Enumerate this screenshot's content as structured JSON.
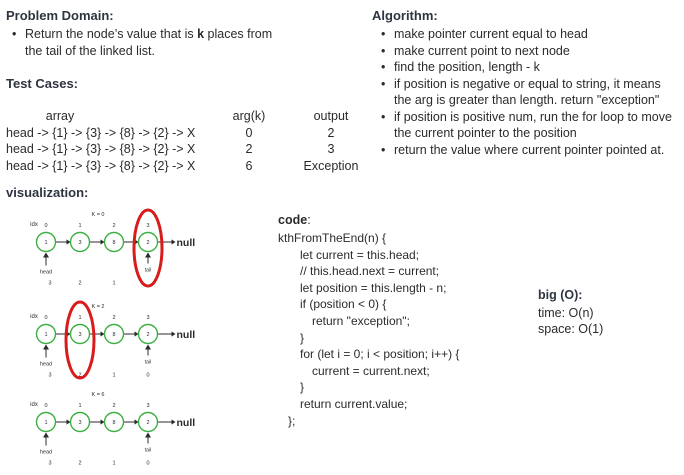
{
  "problem": {
    "title": "Problem Domain:",
    "text_before": "Return the node’s value that is ",
    "text_bold": "k",
    "text_after": " places from the tail of the linked list."
  },
  "algorithm": {
    "title": "Algorithm:",
    "steps": [
      "make pointer current equal to head",
      "make current point to next node",
      "find the position, length - k",
      "if position is negative or equal to string, it means the arg is greater than length. return \"exception\"",
      "if position is positive num, run the for loop to move the current pointer to the position",
      "return the value where current pointer pointed at."
    ]
  },
  "tests": {
    "title": "Test Cases:",
    "headers": [
      "array",
      "arg(k)",
      "output"
    ],
    "rows": [
      [
        "head -> {1} -> {3} -> {8} -> {2} -> X",
        "0",
        "2"
      ],
      [
        "head -> {1} -> {3} -> {8} -> {2} -> X",
        "2",
        "3"
      ],
      [
        "head -> {1} -> {3} -> {8} -> {2} -> X",
        "6",
        "Exception"
      ]
    ]
  },
  "visualization": {
    "title": "visualization:",
    "idx_label": "idx",
    "head_label": "head",
    "tail_label": "tail",
    "null_label": "null",
    "nodes": [
      "1",
      "3",
      "8",
      "2"
    ],
    "diagrams": [
      {
        "k_label": "K = 0",
        "top_idx": [
          "0",
          "1",
          "2",
          "3"
        ],
        "bottom_idx": [
          "3",
          "2",
          "1",
          ""
        ],
        "highlight": 3,
        "show_tail": true
      },
      {
        "k_label": "K = 2",
        "top_idx": [
          "0",
          "1",
          "2",
          "3"
        ],
        "bottom_idx": [
          "3",
          "2",
          "1",
          "0"
        ],
        "highlight": 1,
        "show_tail": true
      },
      {
        "k_label": "K = 6",
        "top_idx": [
          "0",
          "1",
          "2",
          "3"
        ],
        "bottom_idx": [
          "3",
          "2",
          "1",
          "0"
        ],
        "highlight": -1,
        "show_tail": true
      }
    ]
  },
  "code": {
    "title": "code",
    "title_suffix": ":",
    "lines": [
      "kthFromTheEnd(n) {",
      "let current = this.head;",
      "// this.head.next = current;",
      "let position = this.length - n;",
      "if (position < 0) {",
      "return \"exception\";",
      "}",
      "for (let i = 0; i < position; i++) {",
      "current = current.next;",
      "}",
      "return current.value;",
      "};"
    ]
  },
  "bigo": {
    "title": "big (O):",
    "time": "time: O(n)",
    "space": "space: O(1)"
  },
  "colors": {
    "node_stroke": "#3cb043",
    "highlight": "#d81b1b",
    "text": "#2b2b2b"
  }
}
